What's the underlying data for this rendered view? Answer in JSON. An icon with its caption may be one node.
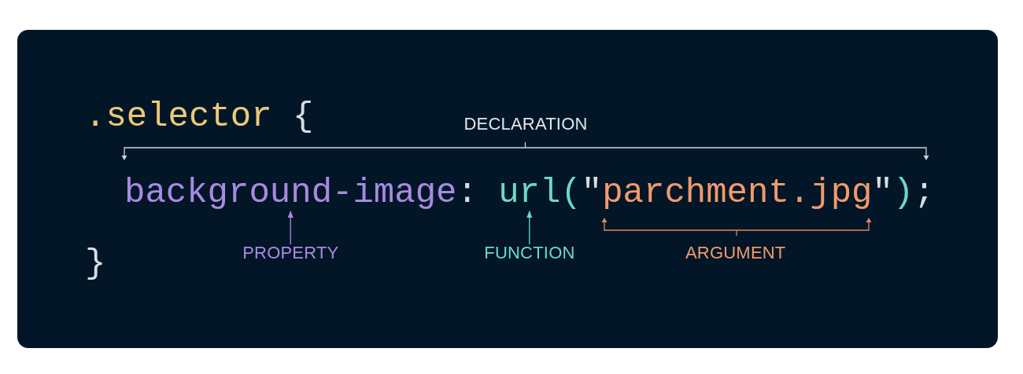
{
  "diagram": {
    "nodes": [
      {
        "text": [
          "background-image"
        ]
      },
      {
        "text": [
          "url"
        ]
      },
      {
        "text": [
          "PROPERTY"
        ]
      },
      {
        "text": [
          "FUNCTION"
        ]
      }
    ],
    "edges": [
      {
        "from": 2,
        "to": 0,
        "arrow": "to",
        "color": "#a88ae0"
      },
      {
        "from": 3,
        "to": 1,
        "arrow": "to",
        "color": "#6ed8c4"
      }
    ],
    "labels": [
      ".selector",
      "{",
      "DECLARATION",
      ":",
      "(",
      "\"",
      "parchment.jpg",
      "\"",
      ")",
      ";",
      "}",
      "ARGUMENT"
    ]
  }
}
